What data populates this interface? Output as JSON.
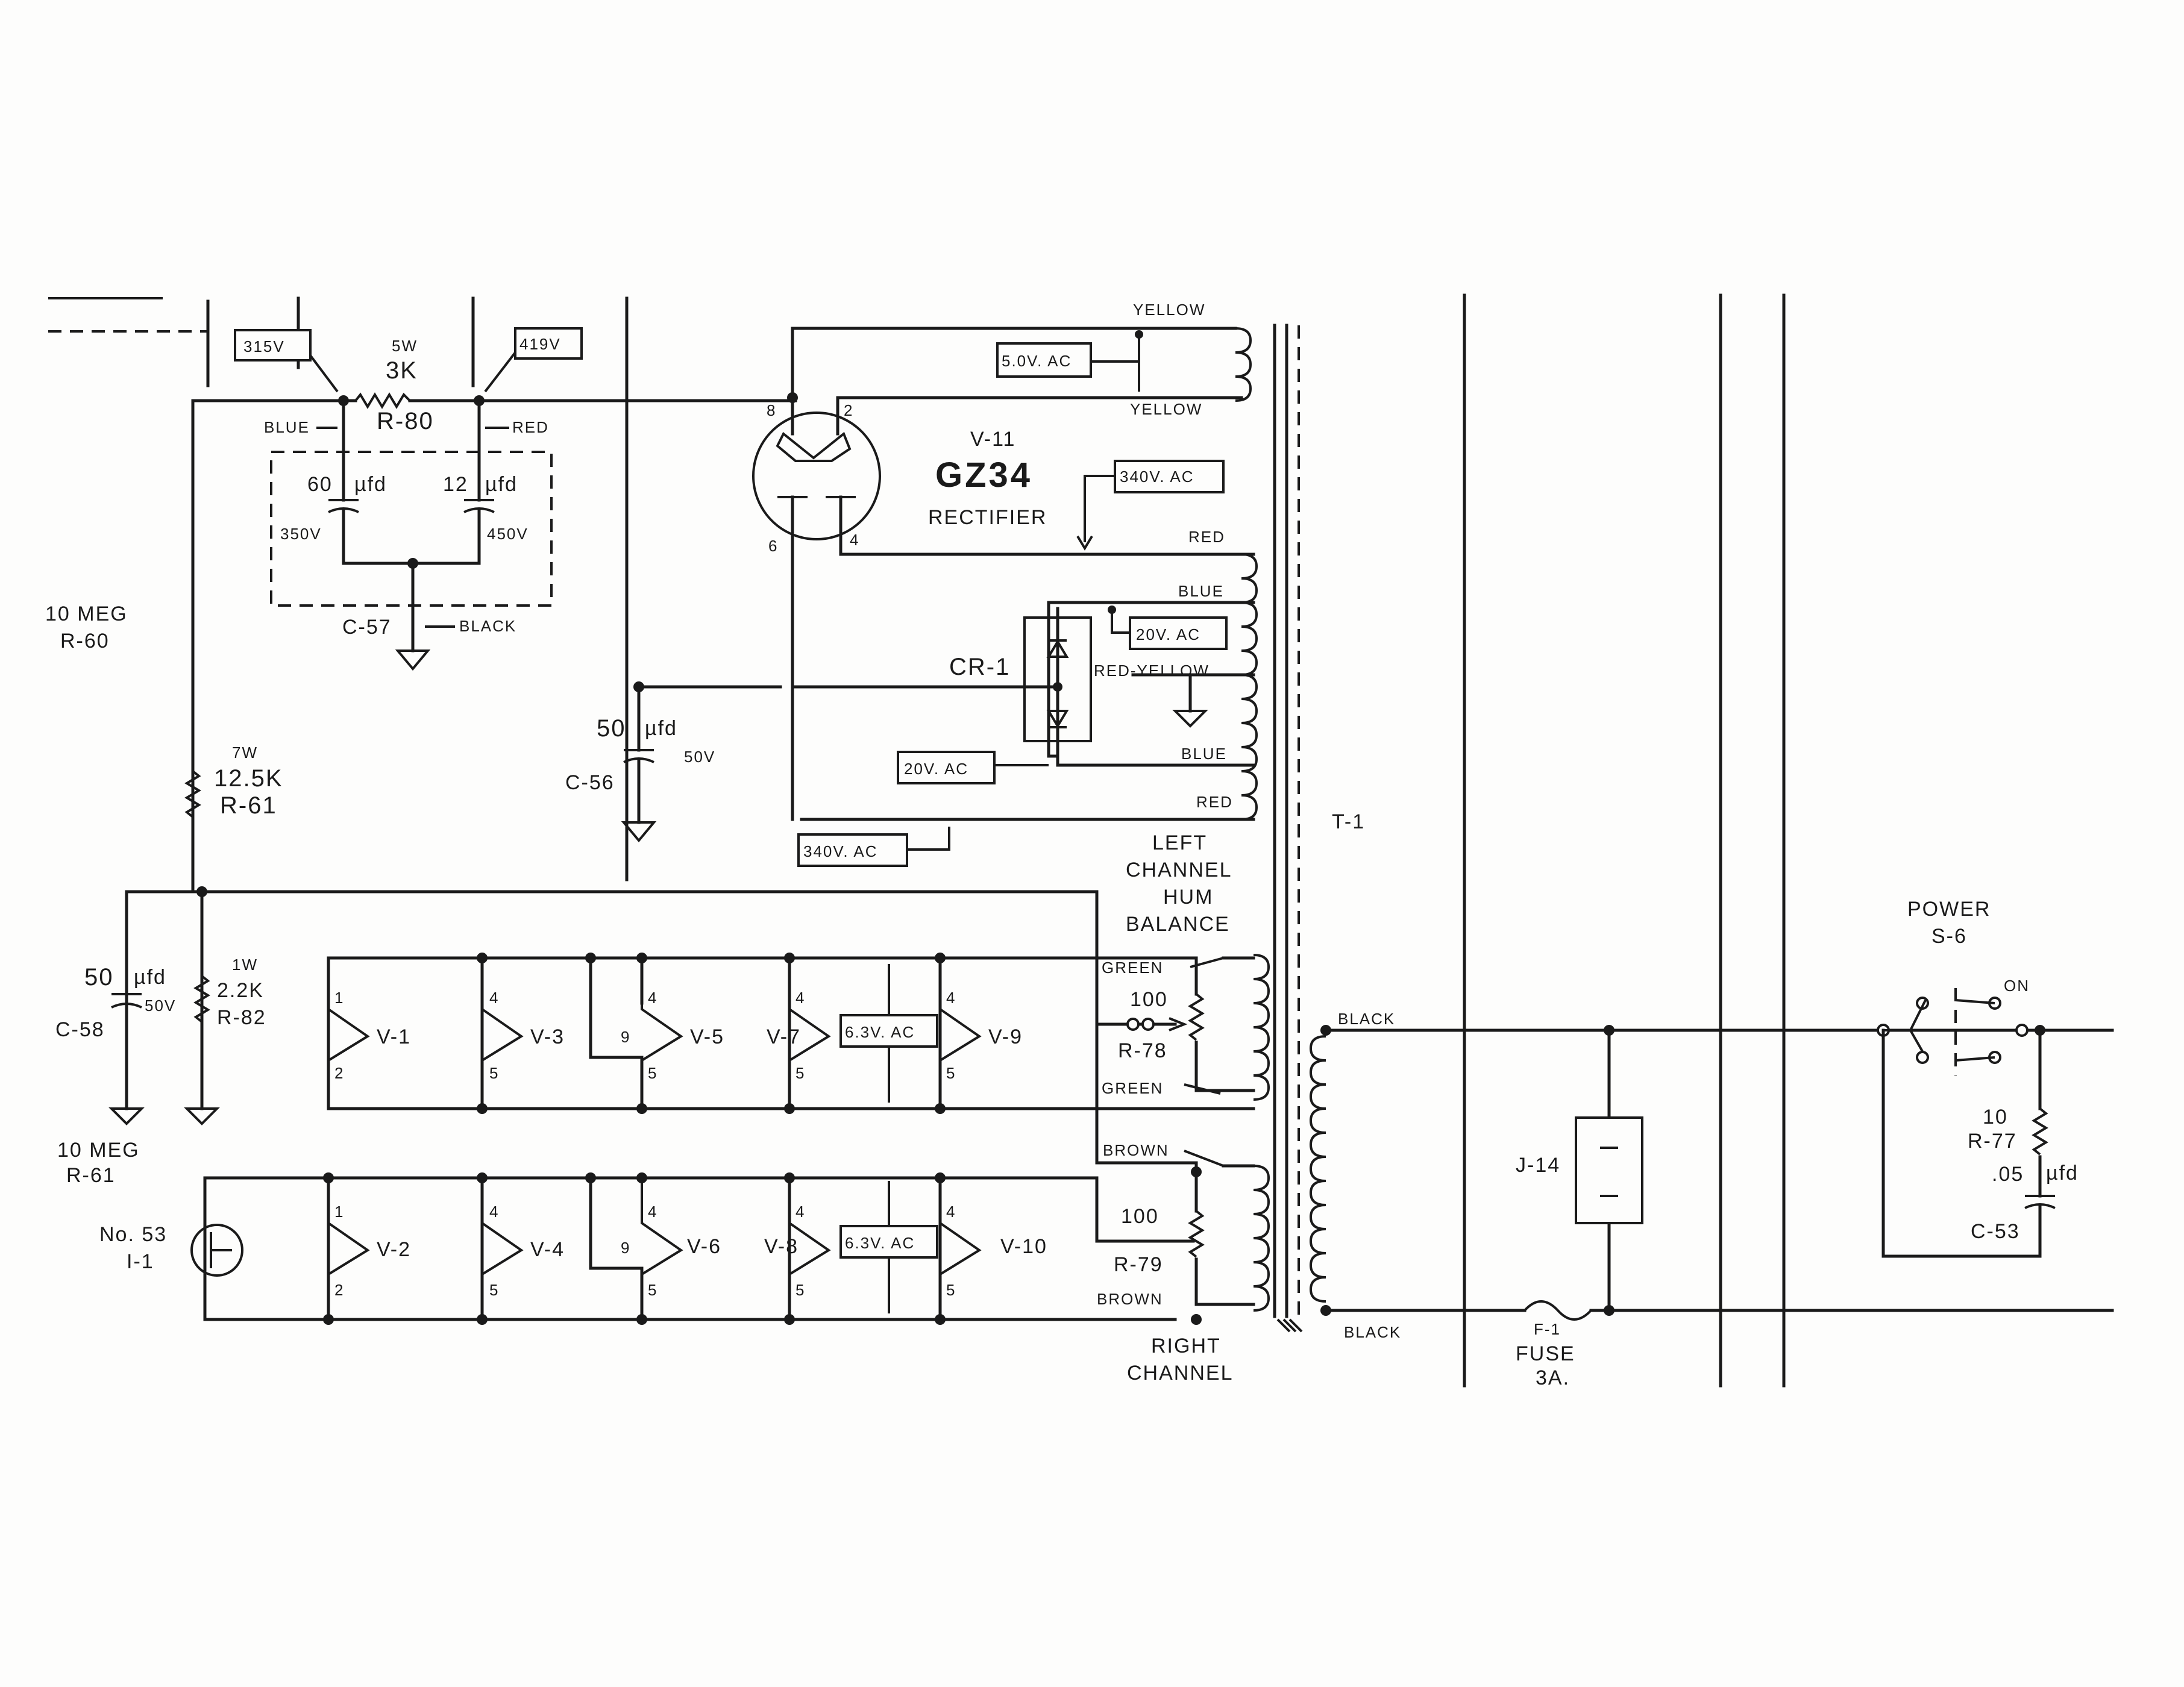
{
  "labels": {
    "v315": "315V",
    "v419": "419V",
    "r80_watt": "5W",
    "r80_val": "3K",
    "r80": "R-80",
    "blue1": "BLUE",
    "red1": "RED",
    "c57a_val": "60",
    "c57b_val": "12",
    "ufd": "µfd",
    "c57a_v": "350V",
    "c57b_v": "450V",
    "c57": "C-57",
    "black1": "BLACK",
    "r60a": "10 MEG",
    "r60b": "R-60",
    "r61_watt": "7W",
    "r61_val": "12.5K",
    "r61": "R-61",
    "c56_val": "50",
    "c56_v": "50V",
    "c56": "C-56",
    "v11": "V-11",
    "gz34": "GZ34",
    "rectifier": "RECTIFIER",
    "pin8": "8",
    "pin2": "2",
    "pin6": "6",
    "pin4": "4",
    "ac5v": "5.0V. AC",
    "ac340a": "340V. AC",
    "ac20a": "20V. AC",
    "ac20b": "20V. AC",
    "ac340b": "340V. AC",
    "yellow1": "YELLOW",
    "yellow2": "YELLOW",
    "red2": "RED",
    "blue2": "BLUE",
    "redyellow": "RED-YELLOW",
    "blue3": "BLUE",
    "red3": "RED",
    "cr1": "CR-1",
    "left1": "LEFT",
    "left2": "CHANNEL",
    "left3": "HUM",
    "left4": "BALANCE",
    "c58_val": "50",
    "c58_v": "50V",
    "c58": "C-58",
    "r82_watt": "1W",
    "r82_val": "2.2K",
    "r82": "R-82",
    "r61b_a": "10 MEG",
    "r61b_b": "R-61",
    "lamp_a": "No. 53",
    "lamp_b": "I-1",
    "v1": "V-1",
    "v3": "V-3",
    "v5": "V-5",
    "v7": "V-7",
    "v9": "V-9",
    "v2": "V-2",
    "v4": "V-4",
    "v6": "V-6",
    "v8": "V-8",
    "v10": "V-10",
    "ac63a": "6.3V. AC",
    "ac63b": "6.3V. AC",
    "green1": "GREEN",
    "green2": "GREEN",
    "r78_val": "100",
    "r78": "R-78",
    "brown1": "BROWN",
    "brown2": "BROWN",
    "r79_val": "100",
    "r79": "R-79",
    "right1": "RIGHT",
    "right2": "CHANNEL",
    "t1": "T-1",
    "black2": "BLACK",
    "black3": "BLACK",
    "j14": "J-14",
    "f1": "F-1",
    "fuse": "FUSE",
    "fuse_val": "3A.",
    "power": "POWER",
    "s6": "S-6",
    "on": "ON",
    "r77_val": "10",
    "r77": "R-77",
    "c53_val": ".05",
    "c53": "C-53",
    "p1": "1",
    "p2": "2",
    "p4": "4",
    "p5": "5",
    "p9": "9"
  }
}
